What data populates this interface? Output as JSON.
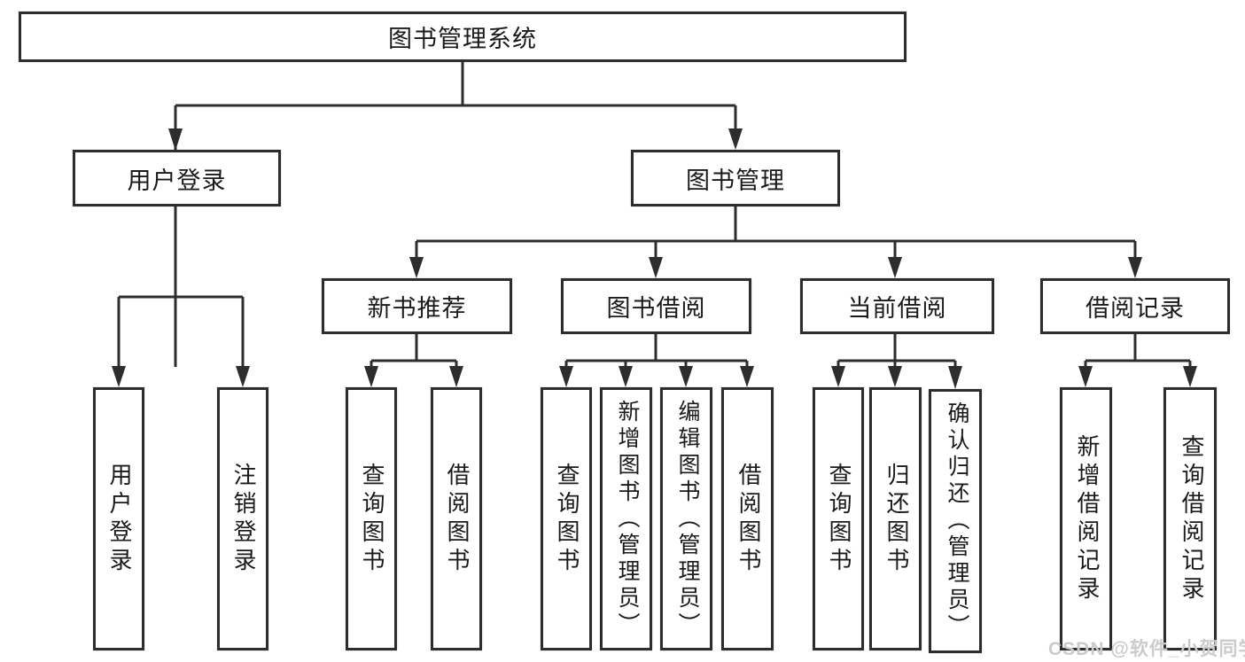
{
  "diagram": {
    "type": "hierarchy",
    "title": "图书管理系统",
    "nodes": {
      "root": {
        "label": "图书管理系统"
      },
      "userLogin": {
        "label": "用户登录"
      },
      "bookMgmt": {
        "label": "图书管理"
      },
      "newBookRec": {
        "label": "新书推荐"
      },
      "bookBorrow": {
        "label": "图书借阅"
      },
      "currentBorrow": {
        "label": "当前借阅"
      },
      "borrowRecord": {
        "label": "借阅记录"
      },
      "leafUserLogin": {
        "label": "用户登录"
      },
      "leafLogout": {
        "label": "注销登录"
      },
      "nbQueryBook": {
        "label": "查询图书"
      },
      "nbBorrowBook": {
        "label": "借阅图书"
      },
      "bbQueryBook": {
        "label": "查询图书"
      },
      "bbAddBook": {
        "label": "新增图书（管理员）"
      },
      "bbEditBook": {
        "label": "编辑图书（管理员）"
      },
      "bbBorrowBook": {
        "label": "借阅图书"
      },
      "cbQueryBook": {
        "label": "查询图书"
      },
      "cbReturnBook": {
        "label": "归还图书"
      },
      "cbConfirmReturn": {
        "label": "确认归还（管理员）"
      },
      "brAddRecord": {
        "label": "新增借阅记录"
      },
      "brQueryRecord": {
        "label": "查询借阅记录"
      }
    },
    "edges": [
      [
        "图书管理系统",
        "用户登录"
      ],
      [
        "图书管理系统",
        "图书管理"
      ],
      [
        "用户登录",
        "用户登录"
      ],
      [
        "用户登录",
        "注销登录"
      ],
      [
        "图书管理",
        "新书推荐"
      ],
      [
        "图书管理",
        "图书借阅"
      ],
      [
        "图书管理",
        "当前借阅"
      ],
      [
        "图书管理",
        "借阅记录"
      ],
      [
        "新书推荐",
        "查询图书"
      ],
      [
        "新书推荐",
        "借阅图书"
      ],
      [
        "图书借阅",
        "查询图书"
      ],
      [
        "图书借阅",
        "新增图书（管理员）"
      ],
      [
        "图书借阅",
        "编辑图书（管理员）"
      ],
      [
        "图书借阅",
        "借阅图书"
      ],
      [
        "当前借阅",
        "查询图书"
      ],
      [
        "当前借阅",
        "归还图书"
      ],
      [
        "当前借阅",
        "确认归还（管理员）"
      ],
      [
        "借阅记录",
        "新增借阅记录"
      ],
      [
        "借阅记录",
        "查询借阅记录"
      ]
    ],
    "colors": {
      "line": "#2d2d2d",
      "box_border": "#2d2d2d",
      "text": "#1a1a1a",
      "background": "#ffffff",
      "watermark": "#cbcbcb"
    }
  },
  "watermark": {
    "text": "CSDN @软件_小贺同学"
  }
}
